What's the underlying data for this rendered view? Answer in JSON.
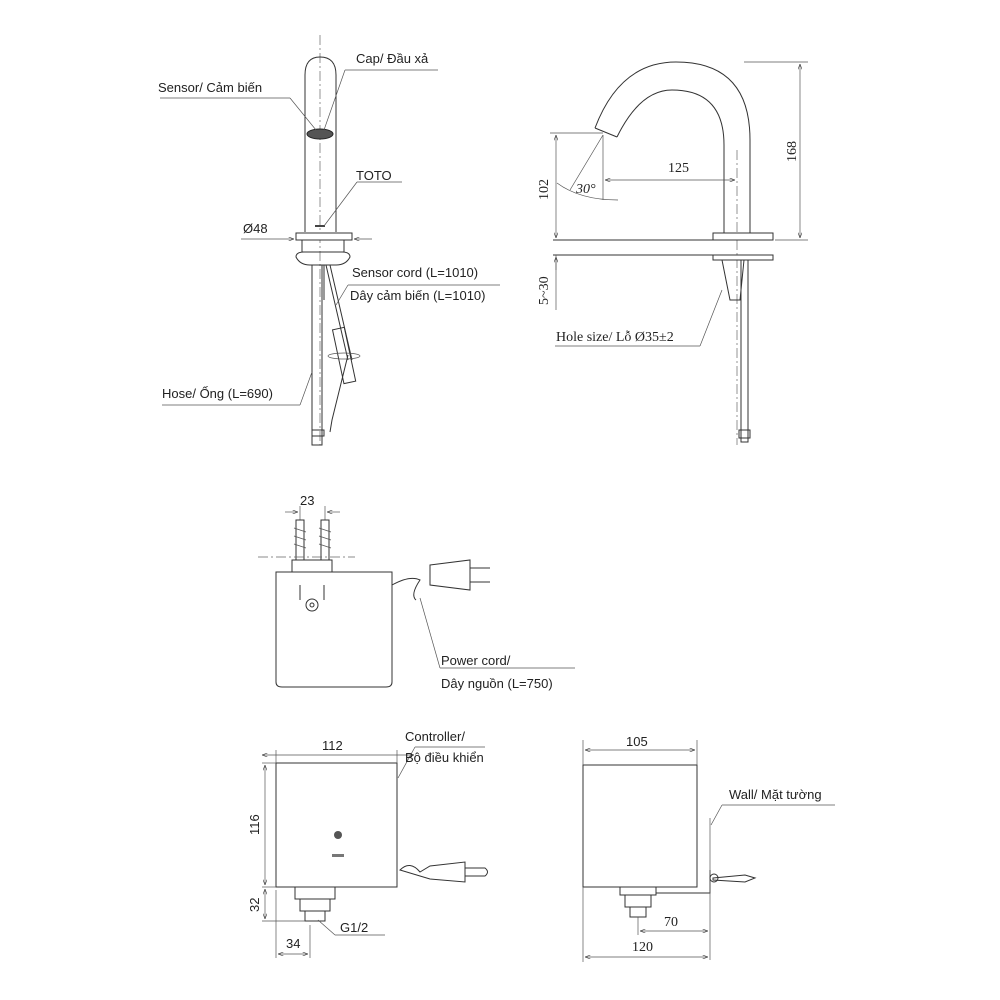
{
  "front_view": {
    "cap_label": "Cap/ Đầu xả",
    "sensor_label": "Sensor/ Cảm biến",
    "brand_label": "TOTO",
    "diameter_label": "Ø48",
    "sensor_cord_label": "Sensor cord (L=1010)",
    "sensor_cord_label_vi": "Dây cảm biến (L=1010)",
    "hose_label": "Hose/ Ống (L=690)"
  },
  "side_view": {
    "height_total": "168",
    "spout_height": "102",
    "spout_reach": "125",
    "angle": "30°",
    "deck_thickness": "5~30",
    "hole_size_label": "Hole size/ Lỗ Ø35±2"
  },
  "mounting_view": {
    "screw_spacing": "23",
    "power_cord_label": "Power cord/",
    "power_cord_label_vi": "Dây nguồn (L=750)"
  },
  "controller_front": {
    "width": "112",
    "height": "116",
    "fitting_height": "32",
    "fitting_offset": "34",
    "thread_label": "G1/2",
    "controller_label": "Controller/",
    "controller_label_vi": "Bộ điều khiển"
  },
  "controller_side": {
    "depth": "105",
    "wall_label": "Wall/ Mặt tường",
    "fitting_to_wall": "70",
    "total_depth": "120"
  }
}
